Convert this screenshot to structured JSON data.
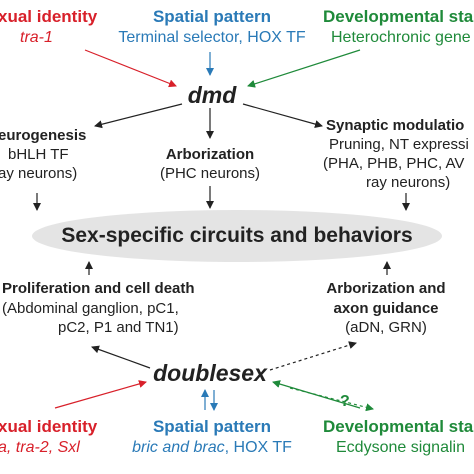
{
  "top": {
    "sexual_identity": {
      "title": "xual identity",
      "gene": "tra-1"
    },
    "spatial_pattern": {
      "title": "Spatial pattern",
      "detail": "Terminal selector, HOX TF"
    },
    "developmental": {
      "title": "Developmental sta",
      "detail": "Heterochronic gene"
    }
  },
  "dmd": "dmd",
  "upper_row": {
    "neurogenesis": {
      "title": "eurogenesis",
      "line1": "bHLH TF",
      "line2": "ay neurons)"
    },
    "arborization": {
      "title": "Arborization",
      "line1": "(PHC neurons)"
    },
    "synaptic": {
      "title": "Synaptic modulatio",
      "line1": "Pruning, NT expressi",
      "line2": "(PHA, PHB, PHC, AV",
      "line3": "ray neurons)"
    }
  },
  "center": {
    "label": "Sex-specific circuits and behaviors"
  },
  "lower_row": {
    "proliferation": {
      "title": "Proliferation and cell death",
      "line1": "(Abdominal ganglion, pC1,",
      "line2": "pC2, P1 and TN1)"
    },
    "arborization_axon": {
      "title1": "Arborization and",
      "title2": "axon guidance",
      "line1": "(aDN, GRN)"
    }
  },
  "doublesex": "doublesex",
  "question": "?",
  "bottom": {
    "sexual_identity": {
      "title": "xual identity",
      "genes_part1": "a, tra-2, Sxl"
    },
    "spatial_pattern": {
      "title": "Spatial pattern",
      "detail_italic": "bric and brac",
      "detail_rest": ", HOX TF"
    },
    "developmental": {
      "title": "Developmental sta",
      "detail": "Ecdysone signalin"
    }
  },
  "colors": {
    "red": "#d8202a",
    "blue": "#2a7ab7",
    "green": "#1f8a3a",
    "ellipse": "#e4e4e4"
  }
}
